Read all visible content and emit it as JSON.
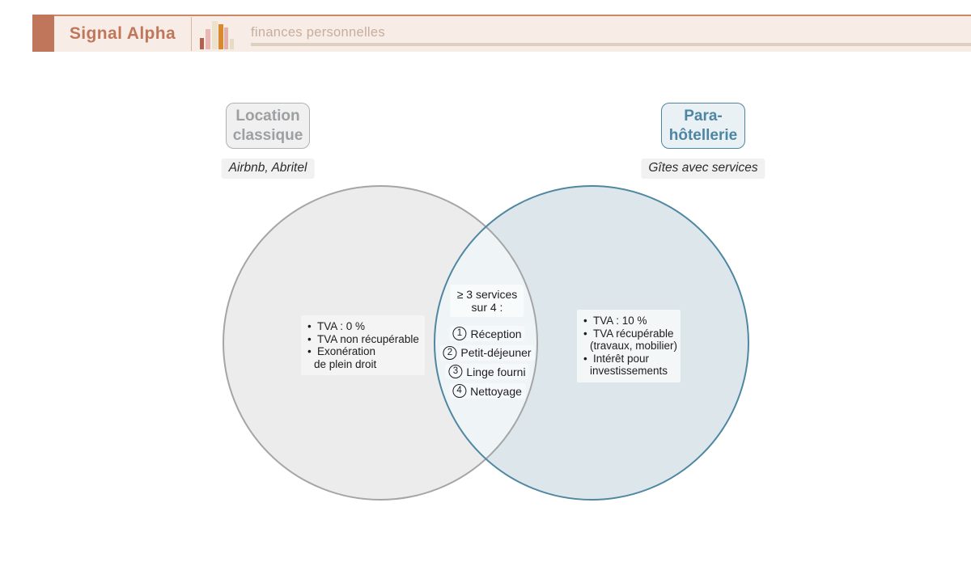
{
  "header": {
    "brand": "Signal Alpha",
    "category": "finances personnelles",
    "logo_icon": "bar-chart-logo-icon"
  },
  "venn": {
    "left": {
      "title_lines": [
        "Location",
        "classique"
      ],
      "subtitle": "Airbnb, Abritel",
      "bullets": [
        {
          "bullet": true,
          "text": "TVA : 0 %"
        },
        {
          "bullet": true,
          "text": "TVA non récupérable"
        },
        {
          "bullet": true,
          "text": "Exonération"
        },
        {
          "bullet": false,
          "text": "de plein droit"
        }
      ]
    },
    "right": {
      "title_lines": [
        "Para-",
        "hôtellerie"
      ],
      "subtitle": "Gîtes avec services",
      "bullets": [
        {
          "bullet": true,
          "text": "TVA : 10 %"
        },
        {
          "bullet": true,
          "text": "TVA récupérable"
        },
        {
          "bullet": false,
          "text": "(travaux, mobilier)"
        },
        {
          "bullet": true,
          "text": "Intérêt pour"
        },
        {
          "bullet": false,
          "text": "investissements"
        }
      ]
    },
    "center": {
      "heading_lines": [
        "≥ 3 services",
        "sur 4 :"
      ],
      "items": [
        {
          "num": "1",
          "label": "Réception"
        },
        {
          "num": "2",
          "label": "Petit-déjeuner"
        },
        {
          "num": "3",
          "label": "Linge fourni"
        },
        {
          "num": "4",
          "label": "Nettoyage"
        }
      ]
    }
  },
  "colors": {
    "accent": "#c0765a",
    "header-bg": "#f8ece6",
    "header-line": "#c9886a",
    "category-text": "#c6ae9b",
    "category-underline": "#ddd0bf",
    "left-circle-fill": "#ececec",
    "left-circle-border": "#a5a5a5",
    "left-title-text": "#9da0a3",
    "right-circle-fill": "#dde7eb",
    "right-circle-border": "#4f87a1",
    "right-title-text": "#4d86a3",
    "lens-fill": "#eff5f7",
    "text": "#1d1d1f"
  }
}
